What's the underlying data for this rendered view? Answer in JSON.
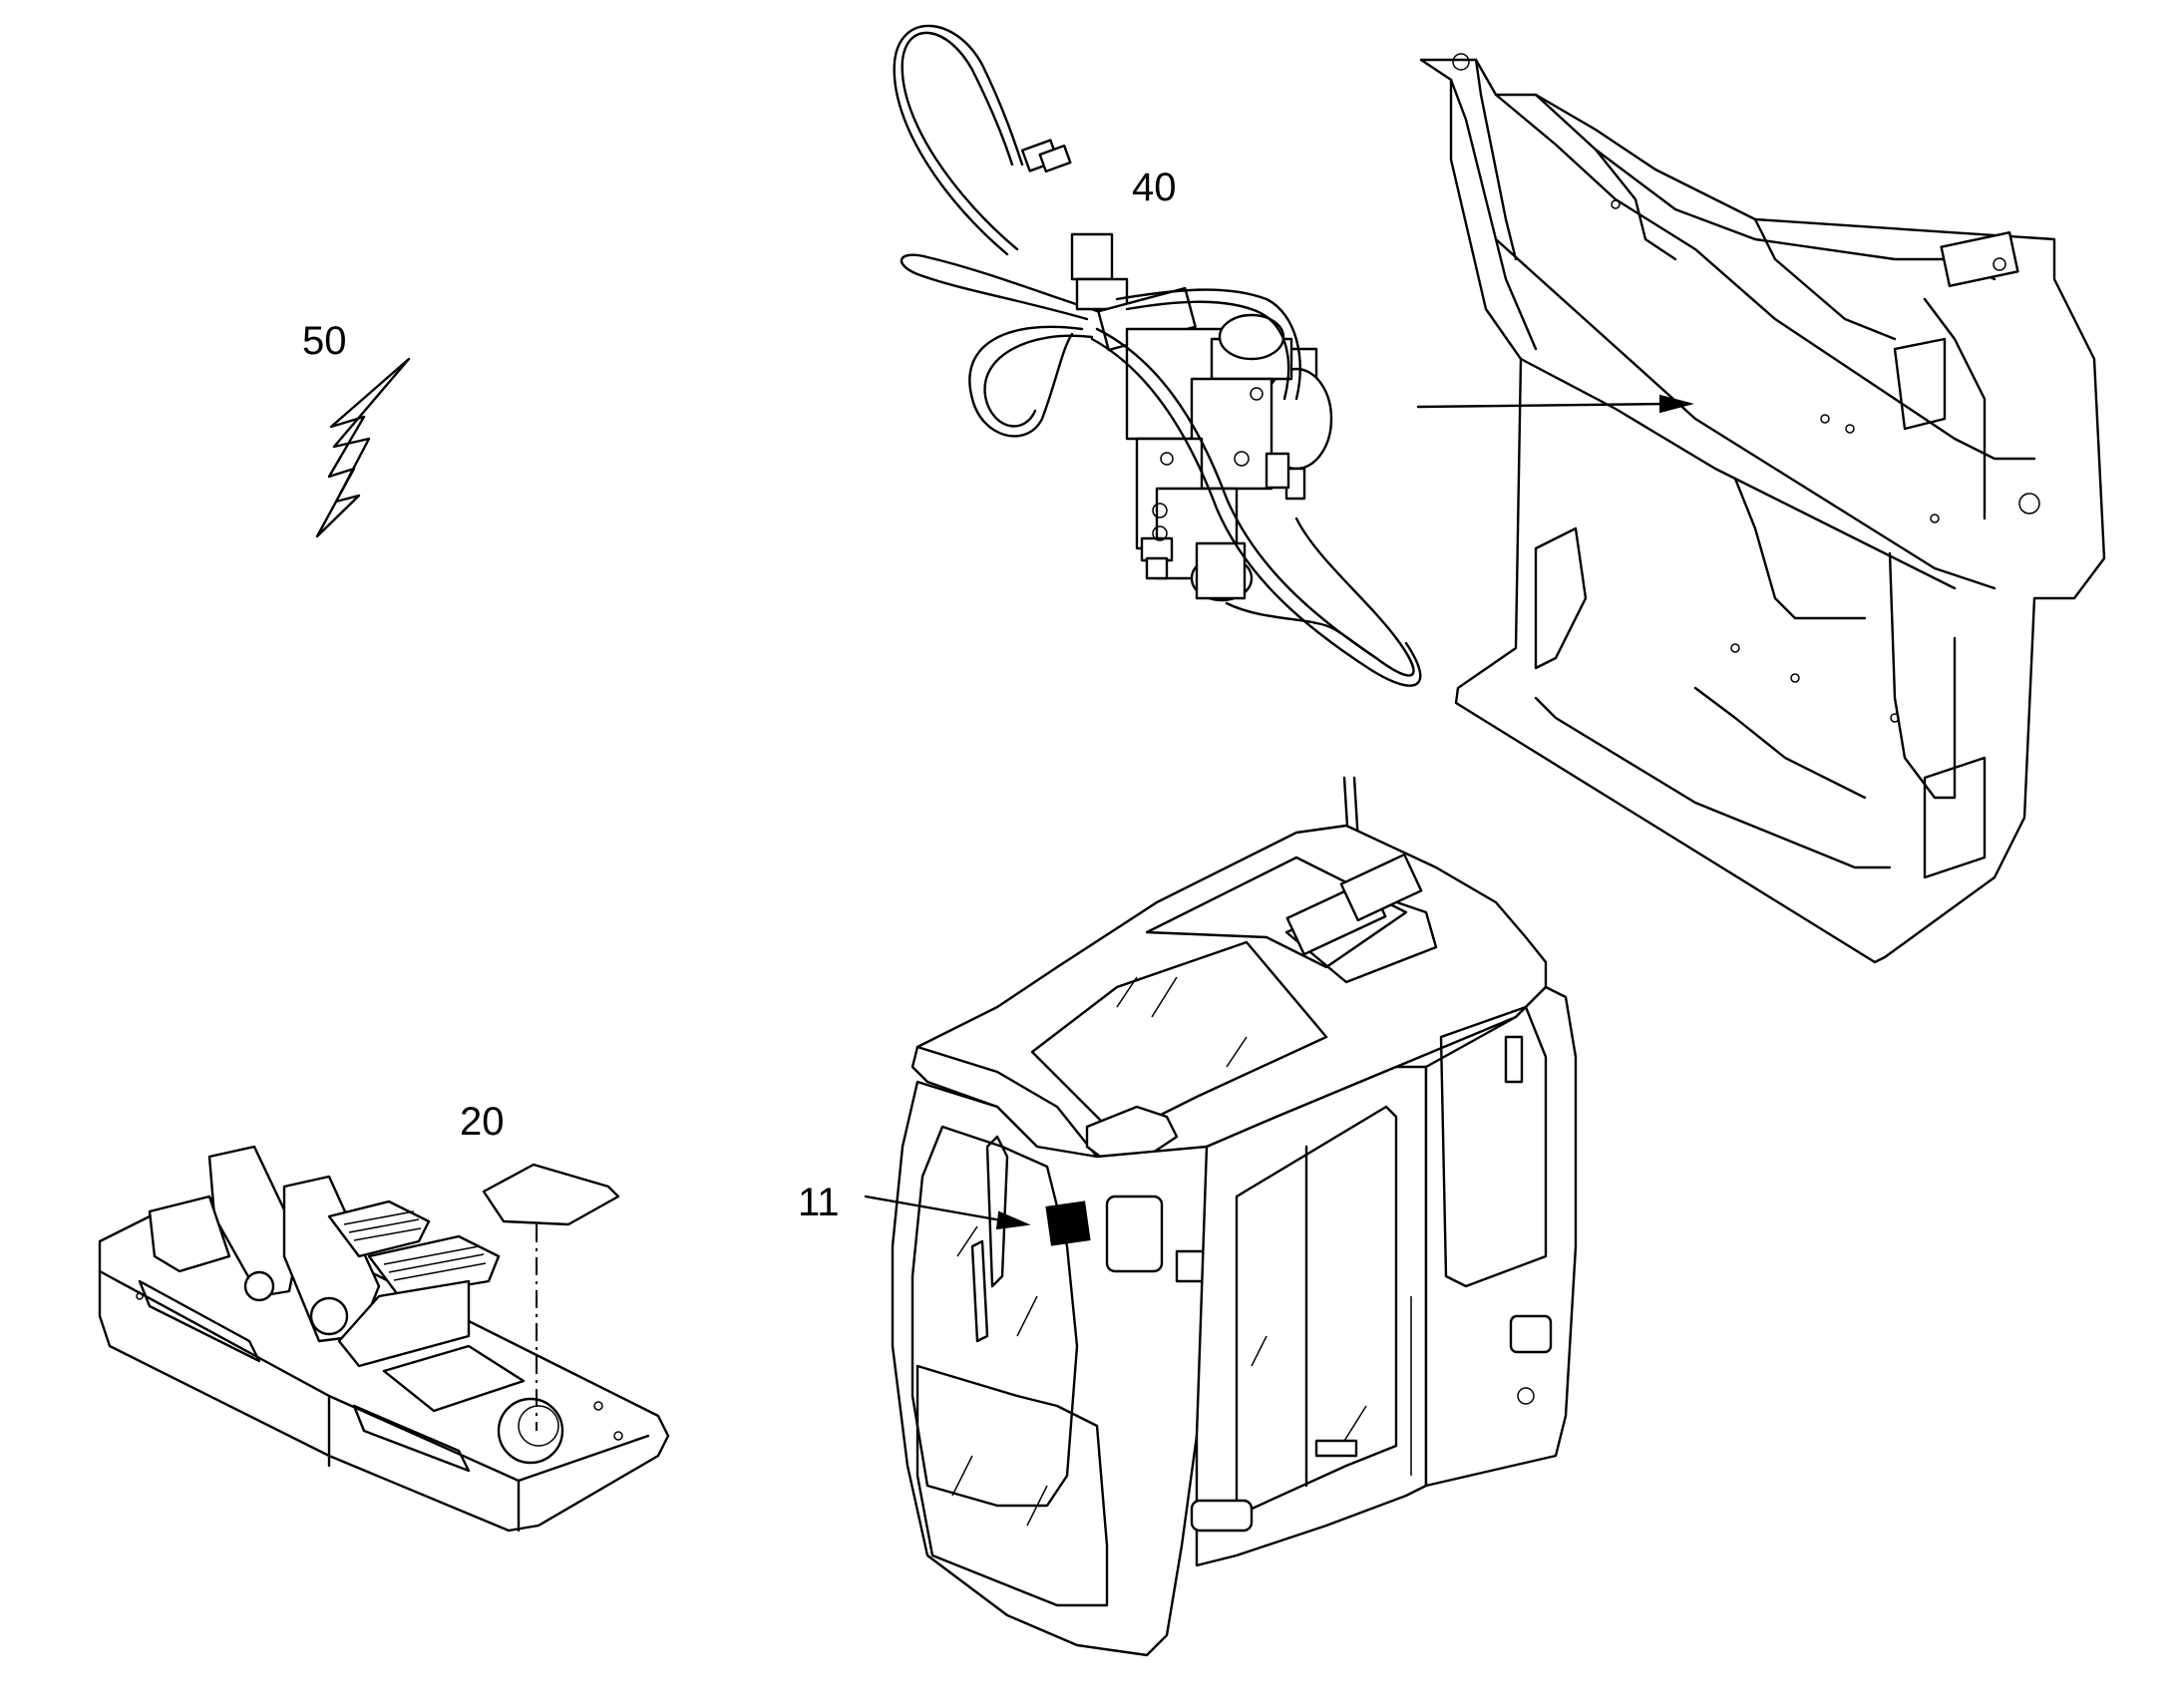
{
  "callouts": {
    "item_40": "40",
    "item_50": "50",
    "item_20": "20",
    "item_11": "11"
  },
  "colors": {
    "line": "#000000",
    "background": "#ffffff"
  },
  "icons": {
    "lightning": "lightning-bolt-icon"
  }
}
